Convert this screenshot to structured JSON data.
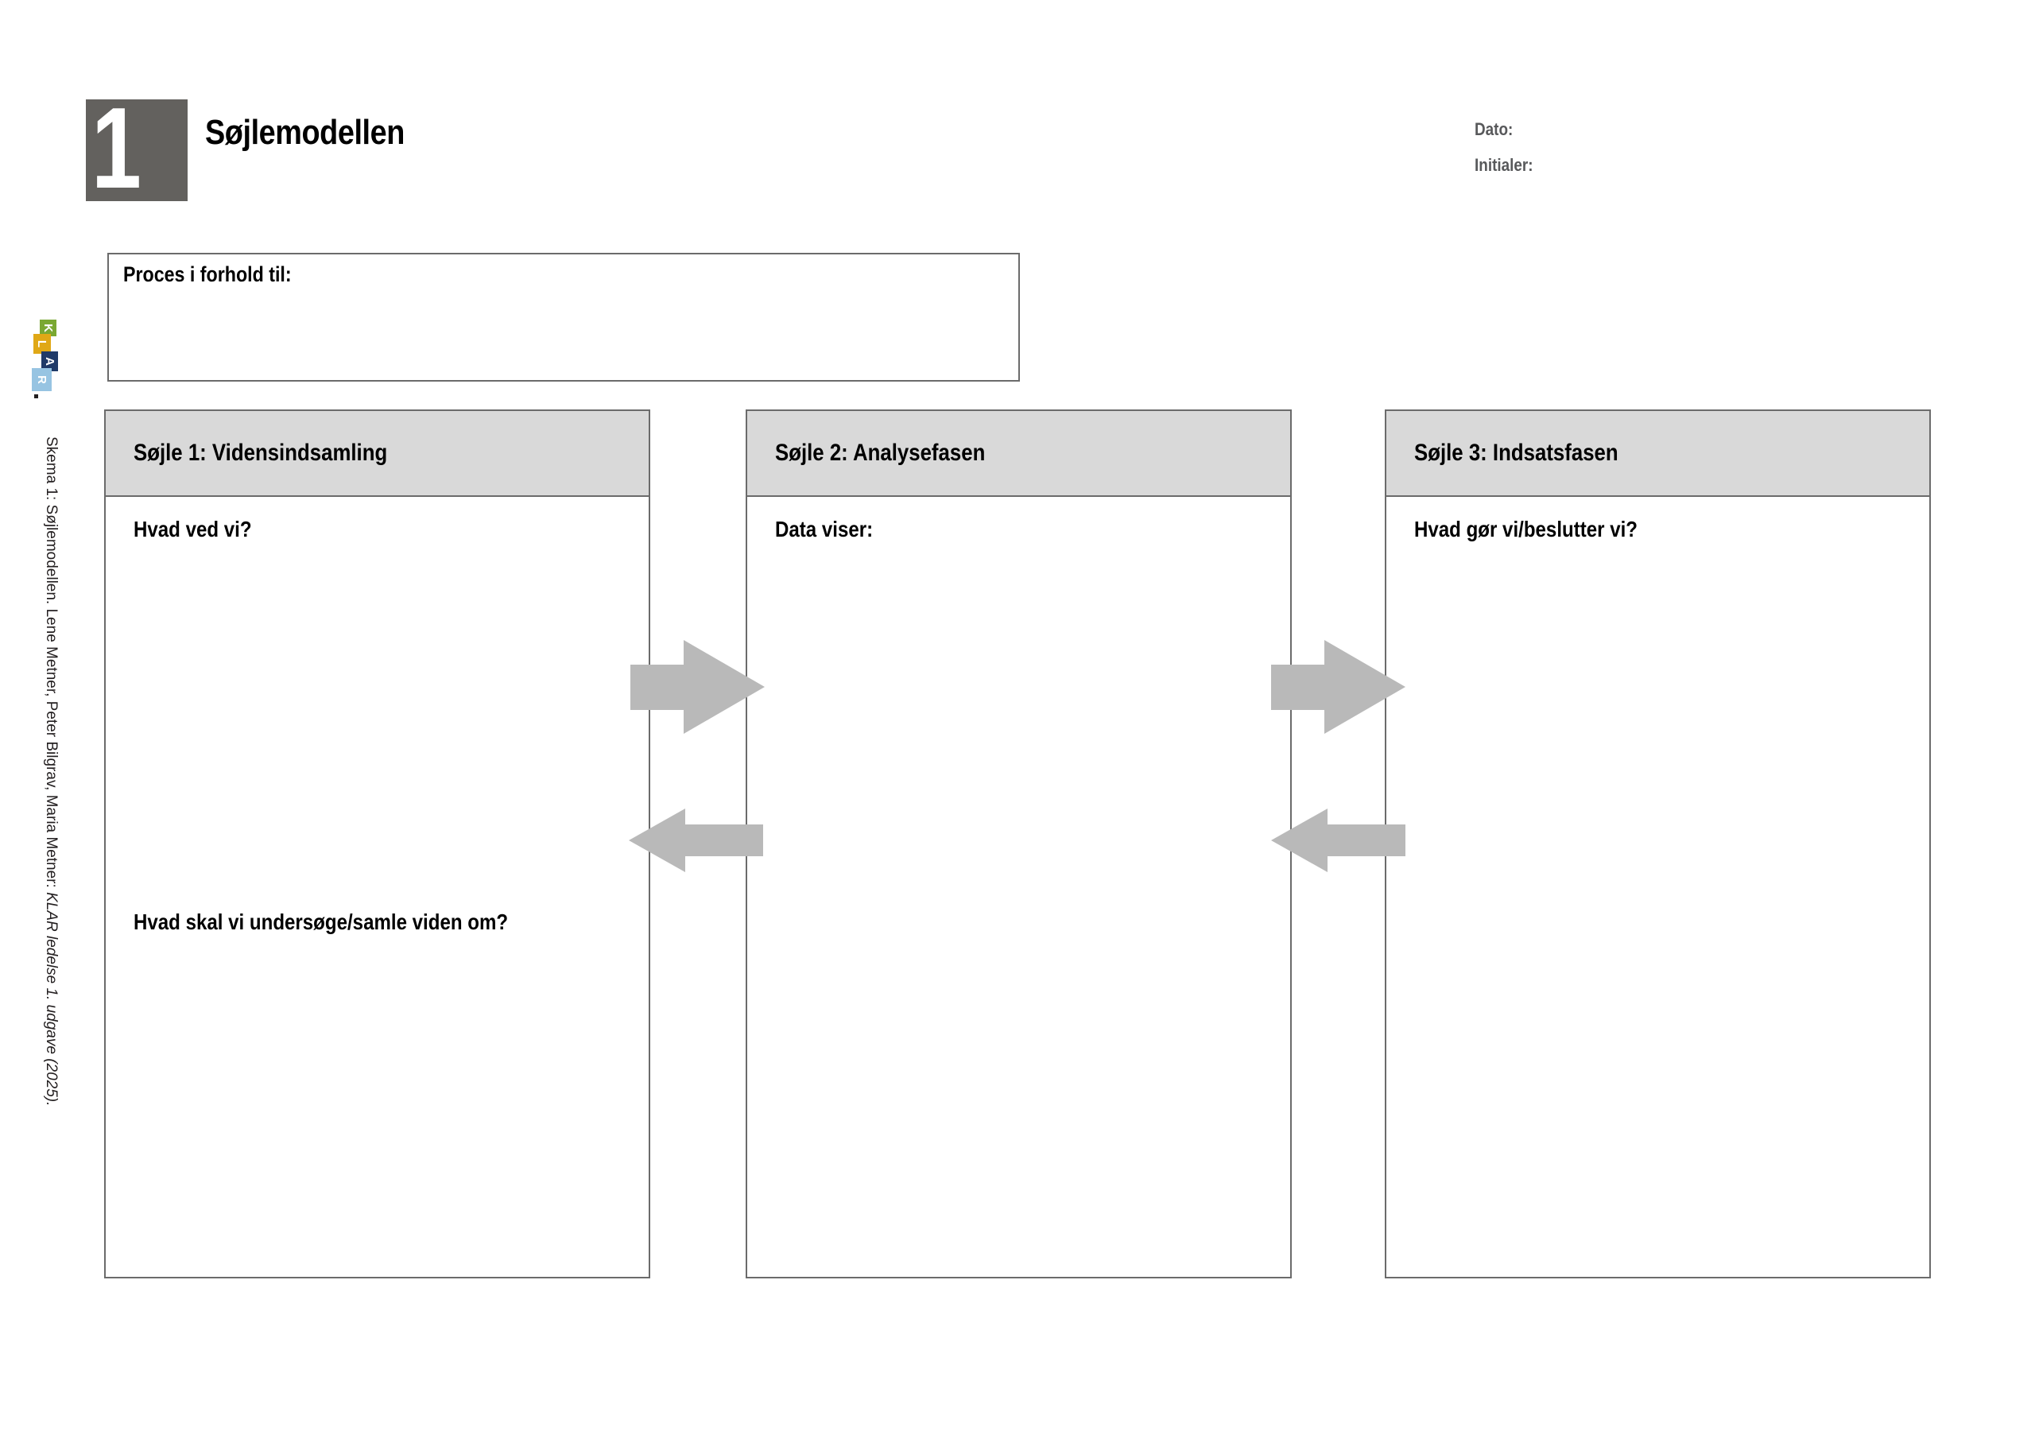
{
  "badge": {
    "number": "1"
  },
  "header": {
    "title": "Søjlemodellen",
    "date_label": "Dato:",
    "initials_label": "Initialer:"
  },
  "process_box": {
    "label": "Proces i forhold til:"
  },
  "columns": [
    {
      "header": "Søjle 1: Vidensindsamling",
      "prompt_top": "Hvad ved vi?",
      "prompt_bottom": "Hvad skal vi undersøge/samle viden om?"
    },
    {
      "header": "Søjle 2: Analysefasen",
      "prompt_top": "Data viser:"
    },
    {
      "header": "Søjle 3: Indsatsfasen",
      "prompt_top": "Hvad gør vi/beslutter vi?"
    }
  ],
  "logo": {
    "letters": [
      "K",
      "L",
      "A",
      "R"
    ],
    "colors": {
      "k": "#7aa832",
      "l": "#e0a816",
      "a": "#203a68",
      "r": "#97c4e2",
      "dot": "#231f20"
    }
  },
  "credit": {
    "regular": "Skema 1: Søjlemodellen. Lene Metner, Peter Bilgrav, Maria Metner: ",
    "italic": "KLAR ledelse 1. udgave (2025)."
  },
  "colors": {
    "badge_bg": "#63615e",
    "box_border": "#6b6b6b",
    "column_header_fill": "#d9d9d9",
    "arrow_gray": "#b9b9b9",
    "meta_text": "#58595b"
  }
}
